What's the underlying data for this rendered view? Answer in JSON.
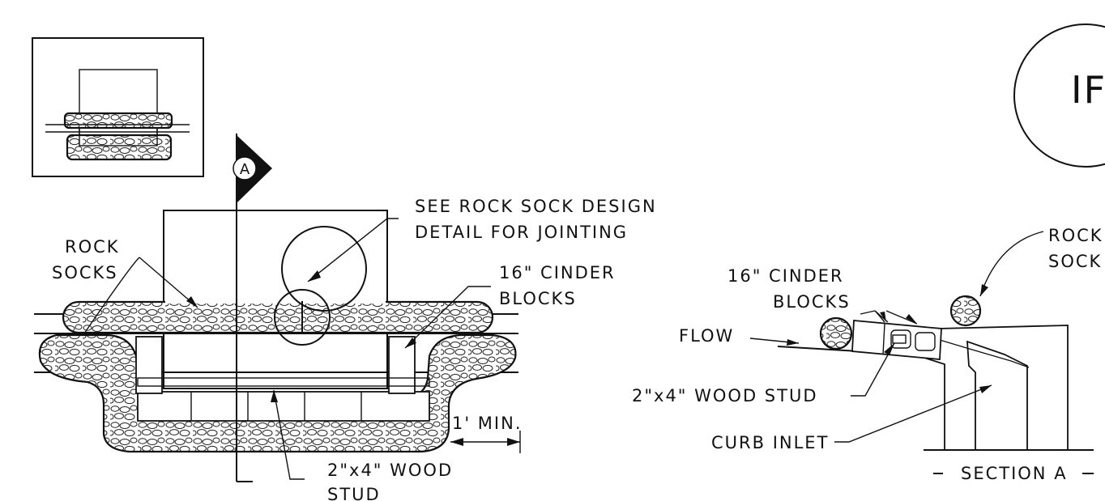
{
  "labels": {
    "callout_symbol": "A",
    "see_detail_line1": "SEE ROCK SOCK DESIGN",
    "see_detail_line2": "DETAIL FOR JOINTING",
    "rock_socks_left_1": "ROCK",
    "rock_socks_left_2": "SOCKS",
    "cinder_left_1": "16\" CINDER",
    "cinder_left_2": "BLOCKS",
    "min_dim": "1' MIN.",
    "stud_left_1": "2\"x4\" WOOD",
    "stud_left_2": "STUD",
    "cinder_right_1": "16\" CINDER",
    "cinder_right_2": "BLOCKS",
    "rock_socks_right_1": "ROCK",
    "rock_socks_right_2": "SOCK",
    "flow": "FLOW",
    "stud_right": "2\"x4\" WOOD STUD",
    "curb_inlet": "CURB INLET",
    "section": "SECTION A",
    "title_badge": "IF"
  }
}
